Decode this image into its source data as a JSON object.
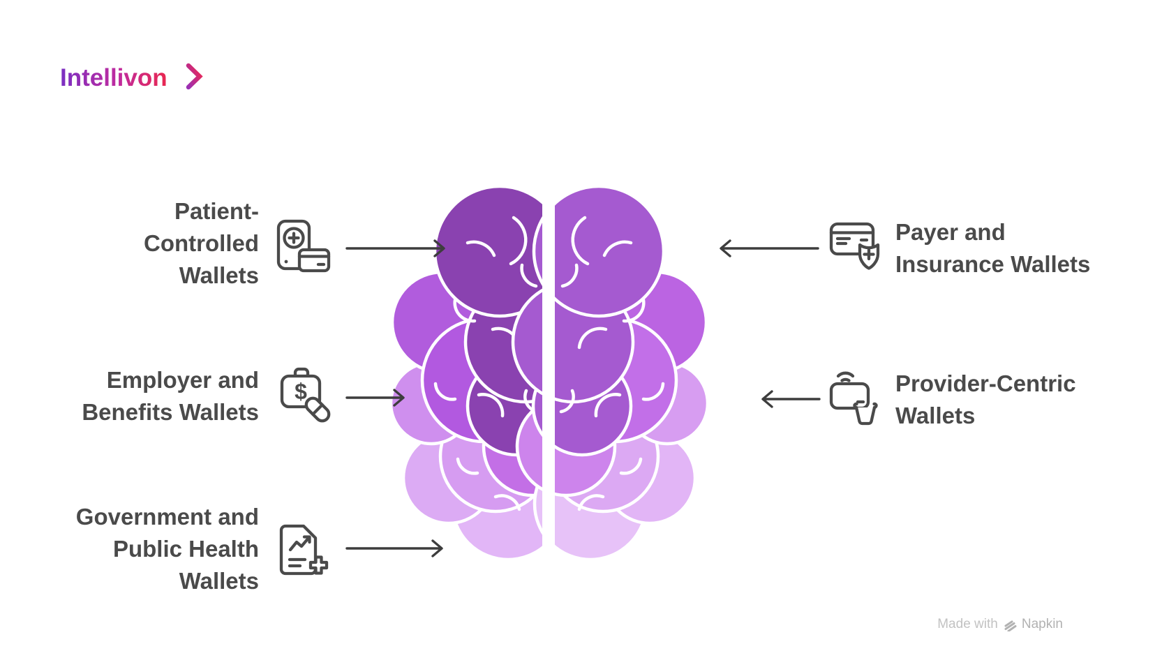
{
  "logo": {
    "text": "Intellivon",
    "gradient_start": "#7a2fc2",
    "gradient_mid": "#c02b9e",
    "gradient_end": "#e9274f"
  },
  "wallets": {
    "left": [
      {
        "lines": [
          "Patient-",
          "Controlled",
          "Wallets"
        ],
        "icon": "smartphone-medical-card"
      },
      {
        "lines": [
          "Employer and",
          "Benefits Wallets"
        ],
        "icon": "briefcase-dollar-pill"
      },
      {
        "lines": [
          "Government and",
          "Public Health",
          "Wallets"
        ],
        "icon": "document-chart-medical-cross"
      }
    ],
    "right": [
      {
        "lines": [
          "Payer and",
          "Insurance Wallets"
        ],
        "icon": "credit-card-shield-plus"
      },
      {
        "lines": [
          "Provider-Centric",
          "Wallets"
        ],
        "icon": "contactless-card-basket"
      }
    ]
  },
  "icons": {
    "dollar_glyph": "$"
  },
  "watermark": {
    "prefix": "Made with",
    "brand": "Napkin"
  },
  "colors": {
    "label_text": "#4a4a4a",
    "icon_stroke": "#4a4a4a",
    "arrow": "#3d3d3d",
    "watermark_prefix": "#c2c2c2",
    "watermark_brand": "#b2b2b2",
    "brain_left": [
      "#8a42b0",
      "#b15cdd",
      "#b259e0",
      "#cf8fee",
      "#d69cf1",
      "#dcabf4",
      "#e2b6f7",
      "#c36fe6"
    ],
    "brain_right": [
      "#a55ad0",
      "#bb64e2",
      "#c26fe8",
      "#d79df1",
      "#dca9f3",
      "#e2b5f6",
      "#e7c2f8",
      "#cd84ec"
    ]
  }
}
